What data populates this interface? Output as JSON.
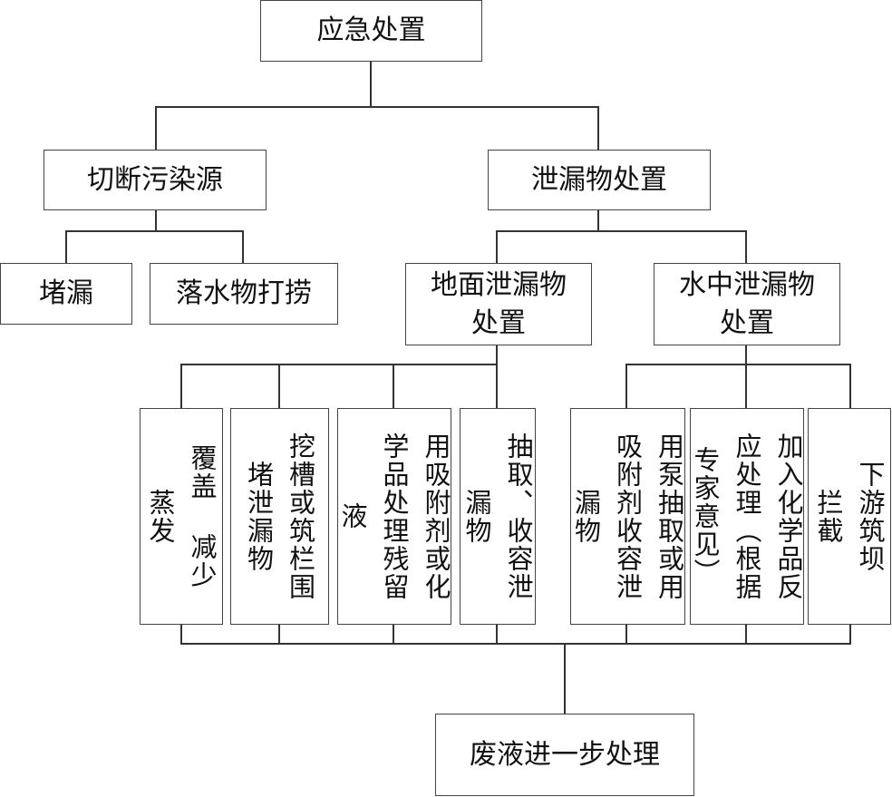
{
  "root": "应急处置",
  "level1": [
    "切断污染源",
    "泄漏物处置"
  ],
  "cut_children": [
    "堵漏",
    "落水物打捞"
  ],
  "spill_children": [
    "地面泄漏物处置",
    "水中泄漏物处置"
  ],
  "ground_methods": [
    {
      "cols": [
        "覆盖 减少",
        "蒸发"
      ]
    },
    {
      "cols": [
        "挖槽或筑栏围",
        "堵泄漏物"
      ]
    },
    {
      "cols": [
        "用吸附剂或化",
        "学品处理残留",
        "液"
      ]
    },
    {
      "cols": [
        "抽取、收容泄",
        "漏物"
      ]
    }
  ],
  "water_methods": [
    {
      "cols": [
        "用泵抽取或用",
        "吸附剂收容泄",
        "漏物"
      ]
    },
    {
      "cols": [
        "加入化学品反",
        "应处理（根据",
        "专家意见）"
      ]
    },
    {
      "cols": [
        "下游筑坝",
        "拦截"
      ]
    }
  ],
  "final": "废液进一步处理"
}
